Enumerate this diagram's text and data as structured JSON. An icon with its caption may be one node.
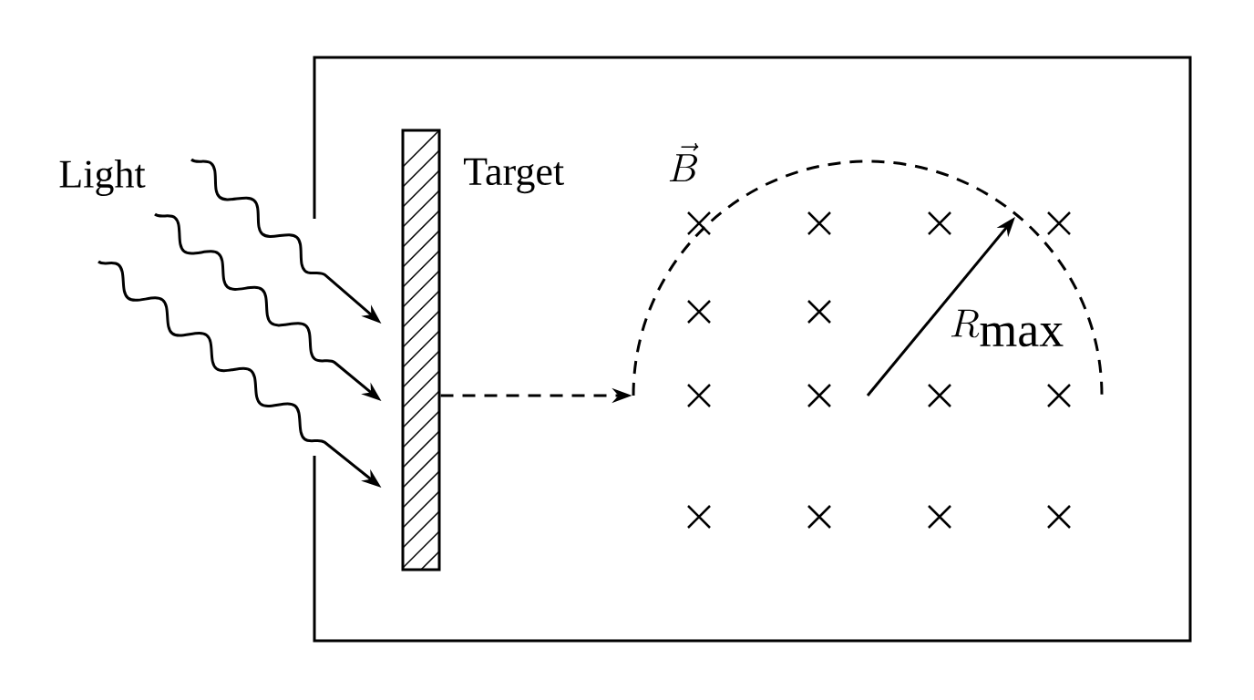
{
  "diagram": {
    "nodes": [
      {
        "text": [
          "Target"
        ]
      },
      {
        "text": [],
        "shape": "arc"
      }
    ],
    "edges": [
      {
        "from": null,
        "to": 0,
        "arrow": "to"
      },
      {
        "from": null,
        "to": 0,
        "arrow": "to"
      },
      {
        "from": null,
        "to": 0,
        "arrow": "to"
      },
      {
        "from": 0,
        "to": 1,
        "arrow": "to",
        "style": "dashed"
      }
    ],
    "labels": [
      "Light",
      "\\vec{B}",
      "R_{\\max}"
    ]
  }
}
